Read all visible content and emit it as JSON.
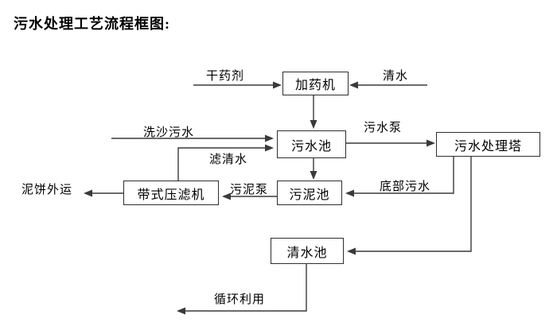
{
  "title": "污水处理工艺流程框图:",
  "nodes": {
    "dosing_machine": {
      "label": "加药机"
    },
    "sewage_pool": {
      "label": "污水池"
    },
    "treatment_tower": {
      "label": "污水处理塔"
    },
    "belt_filter_press": {
      "label": "带式压滤机"
    },
    "sludge_pool": {
      "label": "污泥池"
    },
    "clean_water_pool": {
      "label": "清水池"
    }
  },
  "flow_labels": {
    "dry_chemical": "干药剂",
    "clean_water_in": "清水",
    "sand_washing_sewage": "洗沙污水",
    "filtered_water": "滤清水",
    "sewage_pump": "污水泵",
    "bottom_sewage": "底部污水",
    "sludge_pump": "污泥泵",
    "mud_cake_out": "泥饼外运",
    "recycling": "循环利用"
  },
  "colors": {
    "line": "#3a3a3a",
    "box_border": "#2e2e2e",
    "text": "#000000",
    "background": "#ffffff"
  }
}
